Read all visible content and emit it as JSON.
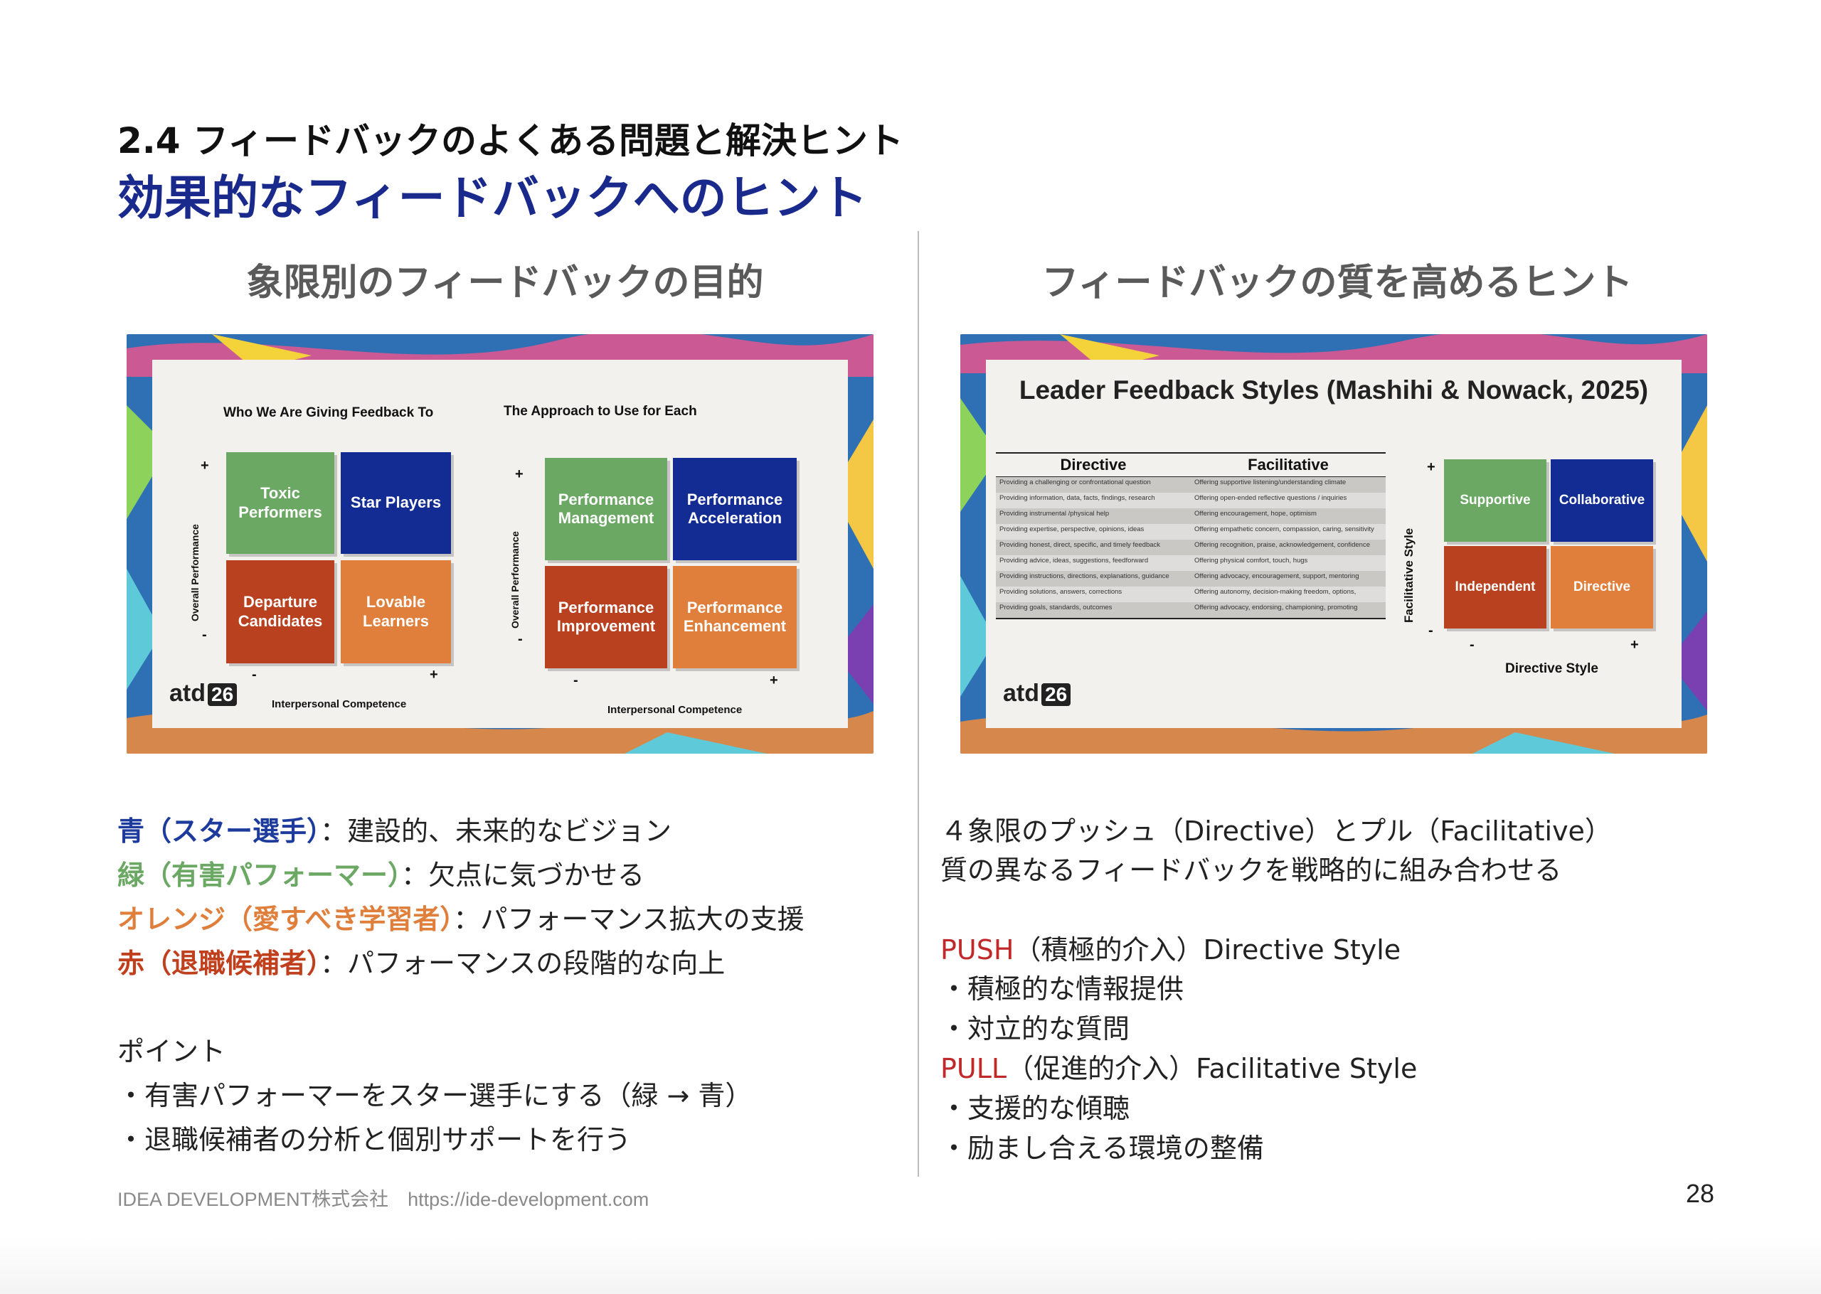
{
  "header": {
    "section_title": "2.4 フィードバックのよくある問題と解決ヒント",
    "main_title": "効果的なフィードバックへのヒント"
  },
  "left": {
    "heading": "象限別のフィードバックの目的",
    "slide": {
      "left_matrix": {
        "title": "Who We Are Giving Feedback To",
        "y_axis": "Overall Performance",
        "x_axis": "Interpersonal Competence",
        "plus": "+",
        "minus": "-",
        "q_top_left": "Toxic Performers",
        "q_top_right": "Star Players",
        "q_bottom_left": "Departure Candidates",
        "q_bottom_right": "Lovable Learners"
      },
      "right_matrix": {
        "title": "The Approach to Use for Each",
        "y_axis": "Overall Performance",
        "x_axis": "Interpersonal Competence",
        "plus": "+",
        "minus": "-",
        "q_top_left": "Performance Management",
        "q_top_right": "Performance Acceleration",
        "q_bottom_left": "Performance Improvement",
        "q_bottom_right": "Performance Enhancement"
      },
      "logo_text": "atd",
      "logo_num": "26"
    },
    "points": [
      {
        "label": "青（スター選手）",
        "text": "：建設的、未来的なビジョン"
      },
      {
        "label": "緑（有害パフォーマー）",
        "text": "：欠点に気づかせる"
      },
      {
        "label": "オレンジ（愛すべき学習者）",
        "text": "：パフォーマンス拡大の支援"
      },
      {
        "label": "赤（退職候補者）",
        "text": "：パフォーマンスの段階的な向上"
      }
    ],
    "point_heading": "ポイント",
    "point_items": [
      "・有害パフォーマーをスター選手にする（緑 → 青）",
      "・退職候補者の分析と個別サポートを行う"
    ]
  },
  "right": {
    "heading": "フィードバックの質を高めるヒント",
    "slide": {
      "title": "Leader Feedback Styles (Mashihi & Nowack, 2025)",
      "table_header": [
        "Directive",
        "Facilitative"
      ],
      "table_rows": [
        [
          "Providing a challenging or confrontational question",
          "Offering supportive listening/understanding climate"
        ],
        [
          "Providing information, data, facts, findings, research",
          "Offering open-ended reflective questions / inquiries"
        ],
        [
          "Providing instrumental /physical help",
          "Offering encouragement, hope, optimism"
        ],
        [
          "Providing expertise, perspective, opinions, ideas",
          "Offering empathetic concern, compassion, caring, sensitivity"
        ],
        [
          "Providing honest, direct, specific, and timely feedback",
          "Offering recognition, praise, acknowledgement, confidence"
        ],
        [
          "Providing advice, ideas, suggestions, feedforward",
          "Offering physical comfort, touch, hugs"
        ],
        [
          "Providing instructions, directions, explanations, guidance",
          "Offering advocacy, encouragement, support, mentoring"
        ],
        [
          "Providing solutions, answers, corrections",
          "Offering autonomy, decision-making freedom, options,"
        ],
        [
          "Providing goals, standards, outcomes",
          "Offering advocacy, endorsing, championing, promoting"
        ]
      ],
      "y_axis": "Facilitative Style",
      "x_axis": "Directive Style",
      "plus": "+",
      "minus": "-",
      "q_top_left": "Supportive",
      "q_top_right": "Collaborative",
      "q_bottom_left": "Independent",
      "q_bottom_right": "Directive",
      "logo_text": "atd",
      "logo_num": "26"
    },
    "lines": [
      "４象限のプッシュ（Directive）とプル（Facilitative）",
      "質の異なるフィードバックを戦略的に組み合わせる"
    ],
    "push_label": "PUSH",
    "push_text": "（積極的介入）Directive Style",
    "push_items": [
      "・積極的な情報提供",
      "・対立的な質問"
    ],
    "pull_label": "PULL",
    "pull_text": "（促進的介入）Facilitative Style",
    "pull_items": [
      "・支援的な傾聴",
      "・励まし合える環境の整備"
    ]
  },
  "footer": {
    "company": "IDEA DEVELOPMENT株式会社　https://ide-development.com",
    "page_number": "28"
  },
  "colors": {
    "title_blue": "#1a2a8c",
    "quad_green": "#6aa863",
    "quad_blue": "#132c93",
    "quad_red": "#b9411f",
    "quad_orange": "#e07f3c",
    "push_red": "#c0282a"
  }
}
